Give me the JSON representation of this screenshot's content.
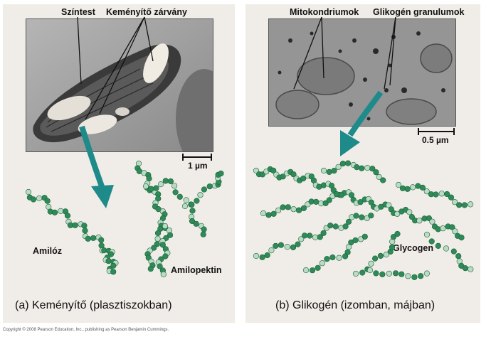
{
  "panel_a": {
    "labels": {
      "plastid": "Színtest",
      "starch_granules": "Keményítő zárvány",
      "amylose": "Amilóz",
      "amylopectin": "Amilopektin"
    },
    "scale": "1 µm",
    "caption": "(a) Keményítő (plasztiszokban)"
  },
  "panel_b": {
    "labels": {
      "mitochondria": "Mitokondriumok",
      "glycogen_granules": "Glikogén granulumok",
      "glycogen": "Glycogen"
    },
    "scale": "0.5 µm",
    "caption": "(b) Glikogén (izomban, májban)"
  },
  "copyright": "Copyright © 2008 Pearson Education, Inc., publishing as Pearson Benjamin Cummings.",
  "colors": {
    "arrow": "#1f8a8a",
    "bead_dark": "#2e8b57",
    "bead_light": "#b9dcc4",
    "panel_bg": "#f0ede8"
  }
}
